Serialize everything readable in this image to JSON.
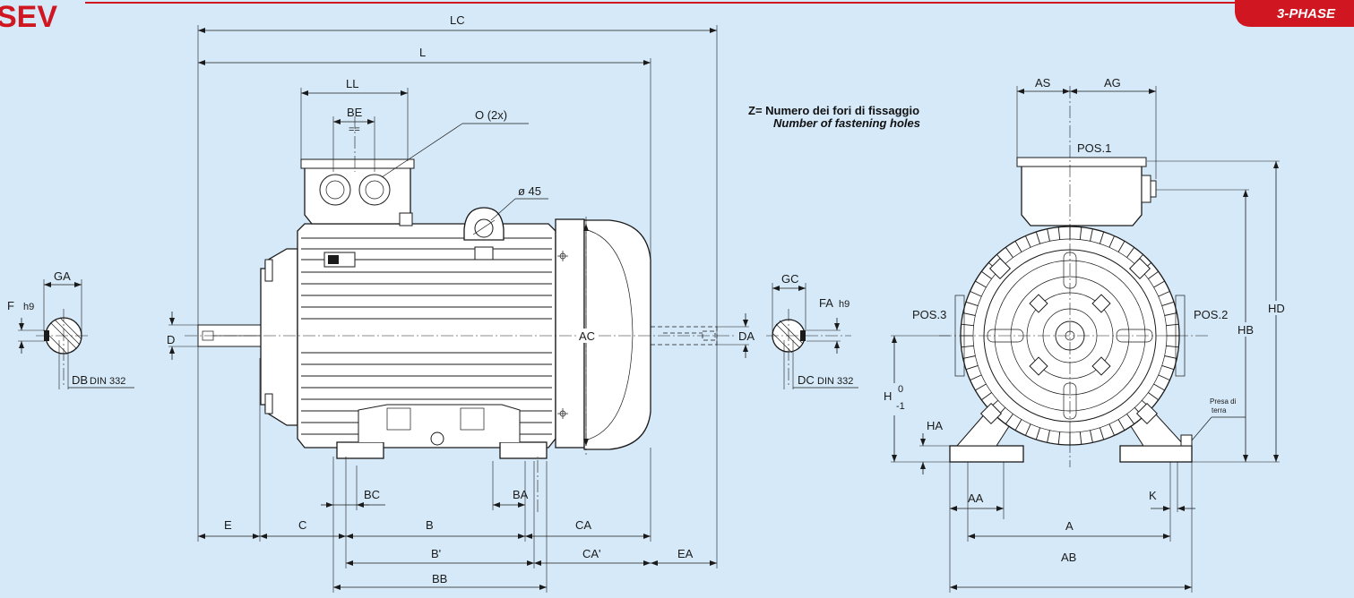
{
  "header": {
    "logo_text": "SEV",
    "badge": "3-PHASE",
    "accent_color": "#d01620",
    "background_color": "#d6e9f8"
  },
  "note": {
    "line1": "Z= Numero dei fori di fissaggio",
    "line2": "Number of fastening holes"
  },
  "labels": {
    "LC": "LC",
    "L": "L",
    "LL": "LL",
    "BE": "BE",
    "eq": "==",
    "O2x": "O (2x)",
    "phi45": "ø 45",
    "GA": "GA",
    "F": "F",
    "h9": "h9",
    "DB": "DB",
    "din332": "DIN 332",
    "D": "D",
    "AC": "AC",
    "GC": "GC",
    "FA": "FA",
    "fa_h9": "h9",
    "DA": "DA",
    "DC": "DC",
    "dc_din": "DIN 332",
    "E": "E",
    "C": "C",
    "B": "B",
    "CA": "CA",
    "Bp": "B'",
    "CAp": "CA'",
    "BB": "BB",
    "EA": "EA",
    "BC": "BC",
    "BA": "BA",
    "AS": "AS",
    "AG": "AG",
    "POS1": "POS.1",
    "POS2": "POS.2",
    "POS3": "POS.3",
    "HB": "HB",
    "HD": "HD",
    "H": "H",
    "H_up": "0",
    "H_low": "-1",
    "HA": "HA",
    "AA": "AA",
    "A": "A",
    "AB": "AB",
    "K": "K",
    "earth1": "Presa di",
    "earth2": "terra"
  }
}
